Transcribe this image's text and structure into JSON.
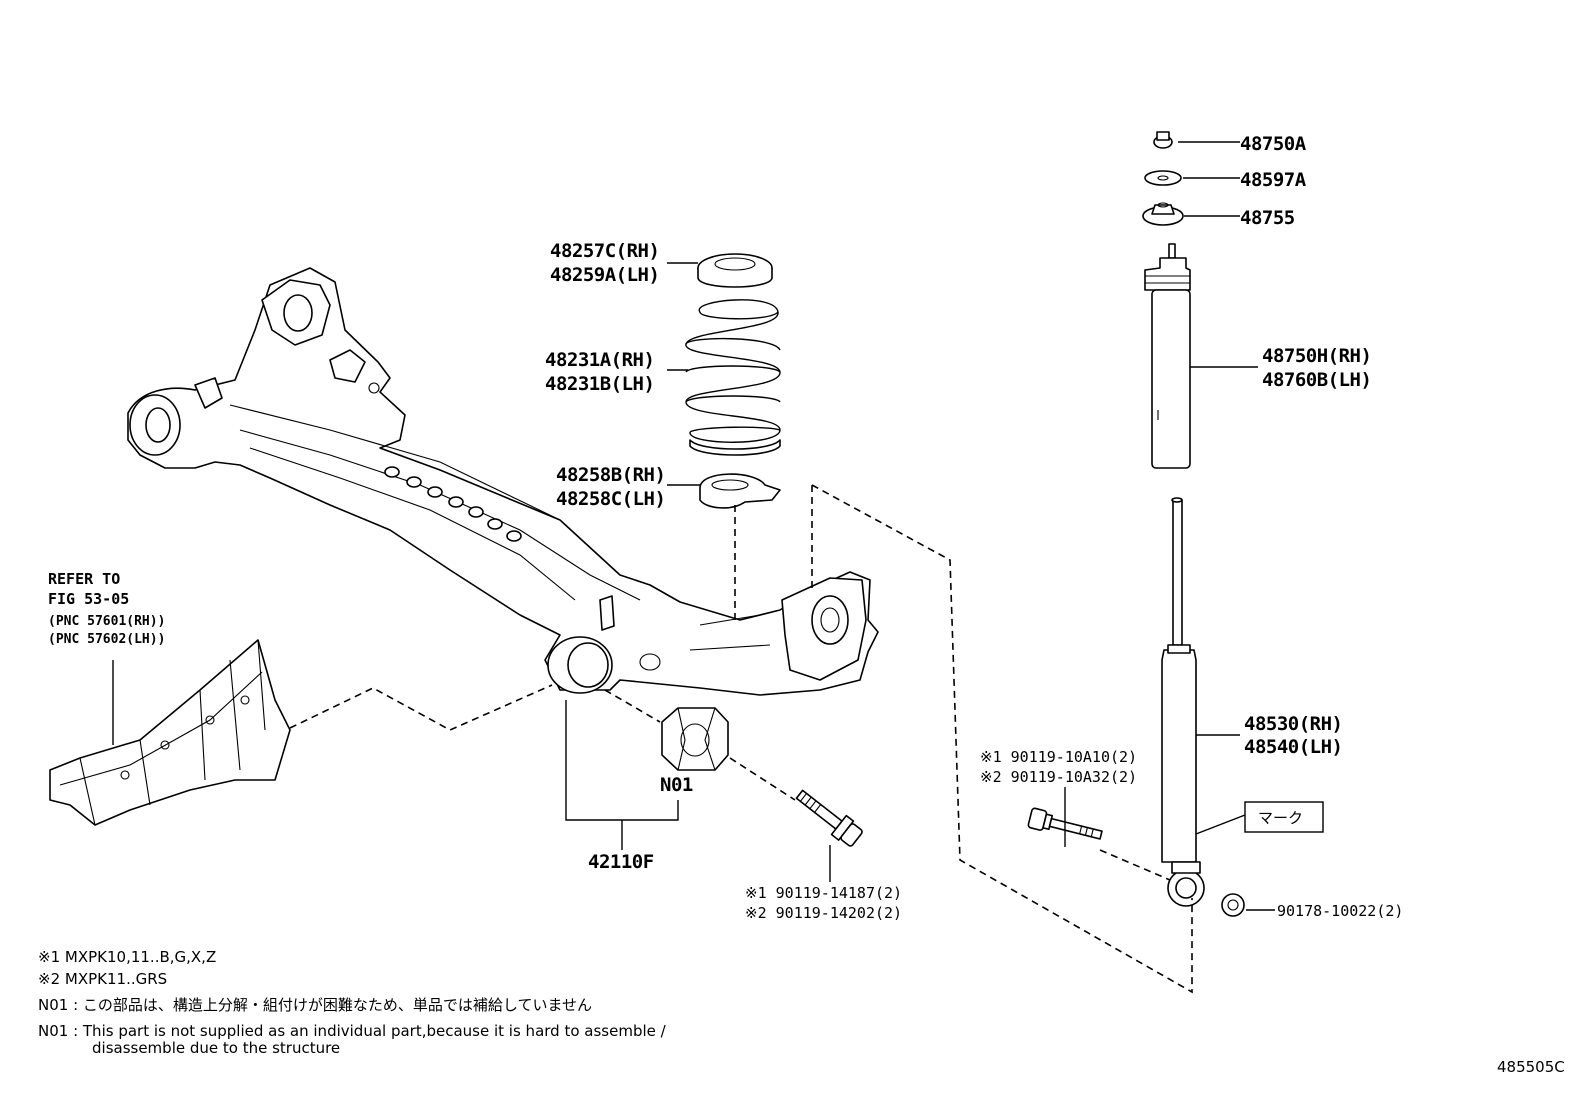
{
  "labels": {
    "nut_top": "48750A",
    "washer_top": "48597A",
    "support": "48755",
    "bound_stopper": "48750H(RH)\n48760B(LH)",
    "bound_rh": "48750H(RH)",
    "bound_lh": "48760B(LH)",
    "upper_seat_rh": "48257C(RH)",
    "upper_seat_lh": "48259A(LH)",
    "spring_rh": "48231A(RH)",
    "spring_lh": "48231B(LH)",
    "lower_seat_rh": "48258B(RH)",
    "lower_seat_lh": "48258C(LH)",
    "absorber_rh": "48530(RH)",
    "absorber_lh": "48540(LH)",
    "mark": "マーク",
    "beam": "42110F",
    "bushing": "N01",
    "bolt_a1": "※1 90119-14187(2)",
    "bolt_a2": "※2 90119-14202(2)",
    "bolt_b1": "※1 90119-10A10(2)",
    "bolt_b2": "※2 90119-10A32(2)",
    "nut_bottom": "90178-10022(2)",
    "refer_1": "REFER TO",
    "refer_2": "FIG 53-05",
    "refer_3": "(PNC 57601(RH))",
    "refer_4": "(PNC 57602(LH))"
  },
  "notes": {
    "n1": "※1 MXPK10,11..B,G,X,Z",
    "n2": "※2 MXPK11..GRS",
    "n3": "N01 : この部品は、構造上分解・組付けが困難なため、単品では補給していません",
    "n4a": "N01 : This part is not supplied as an individual part,because it is hard to assemble /",
    "n4b": "disassemble due to the structure"
  },
  "figure_id": "485505C"
}
